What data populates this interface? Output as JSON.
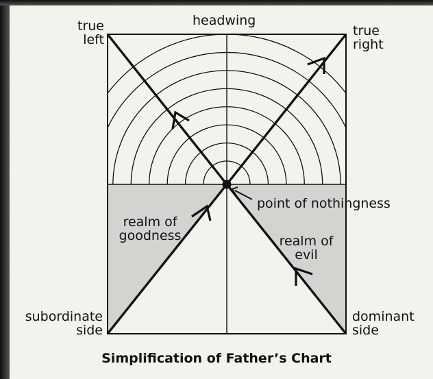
{
  "diagram": {
    "labels": {
      "top_center": "headwing",
      "top_left": [
        "true",
        "left"
      ],
      "top_right": [
        "true",
        "right"
      ],
      "point": "point of nothingness",
      "realm_good": [
        "realm of",
        "goodness"
      ],
      "realm_evil": [
        "realm of",
        "evil"
      ],
      "bottom_left": [
        "subordinate",
        "side"
      ],
      "bottom_right": [
        "dominant",
        "side"
      ]
    },
    "caption": "Simplification of Father’s Chart",
    "colors": {
      "line": "#111111",
      "shade": "#d4d3cf",
      "paper": "#f3f2ec"
    },
    "arc_count": 8
  }
}
